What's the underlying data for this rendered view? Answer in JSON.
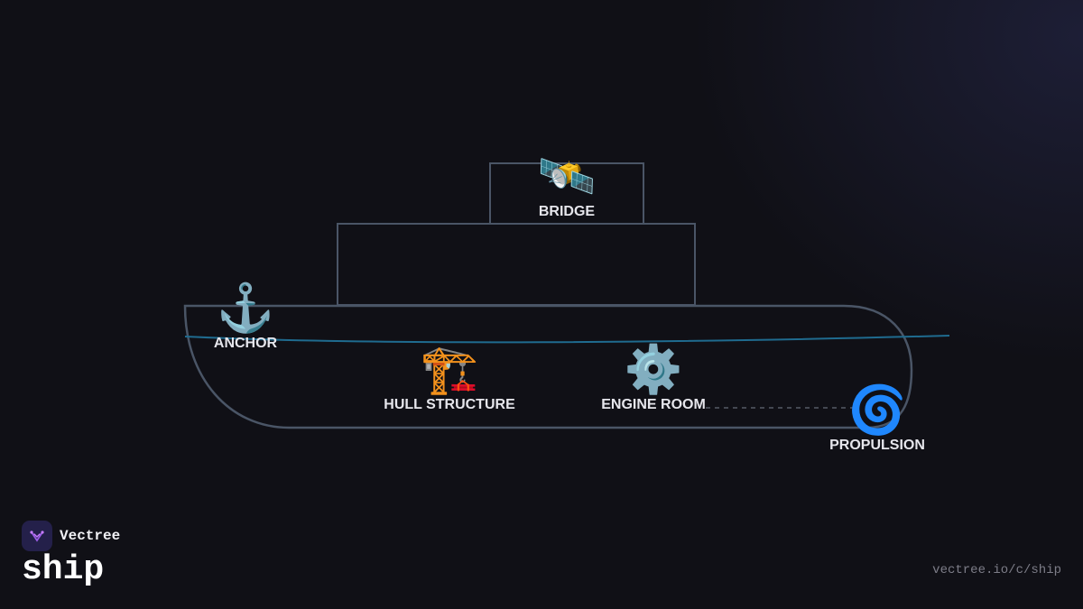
{
  "brand": {
    "name": "Vectree",
    "logo_icon": "vectree-logo-icon"
  },
  "page_title": "ship",
  "url": "vectree.io/c/ship",
  "diagram": {
    "nodes": [
      {
        "id": "bridge",
        "label": "BRIDGE",
        "icon": "🛰️"
      },
      {
        "id": "anchor",
        "label": "ANCHOR",
        "icon": "⚓"
      },
      {
        "id": "hull",
        "label": "HULL STRUCTURE",
        "icon": "🏗️"
      },
      {
        "id": "engine",
        "label": "ENGINE ROOM",
        "icon": "⚙️"
      },
      {
        "id": "propulsion",
        "label": "PROPULSION",
        "icon": "🌀"
      }
    ],
    "edges": [
      {
        "from": "engine",
        "to": "propulsion",
        "style": "dashed"
      }
    ],
    "colors": {
      "outline": "#4a5566",
      "waterline": "#1f6b8f",
      "connector": "#555a66"
    }
  }
}
